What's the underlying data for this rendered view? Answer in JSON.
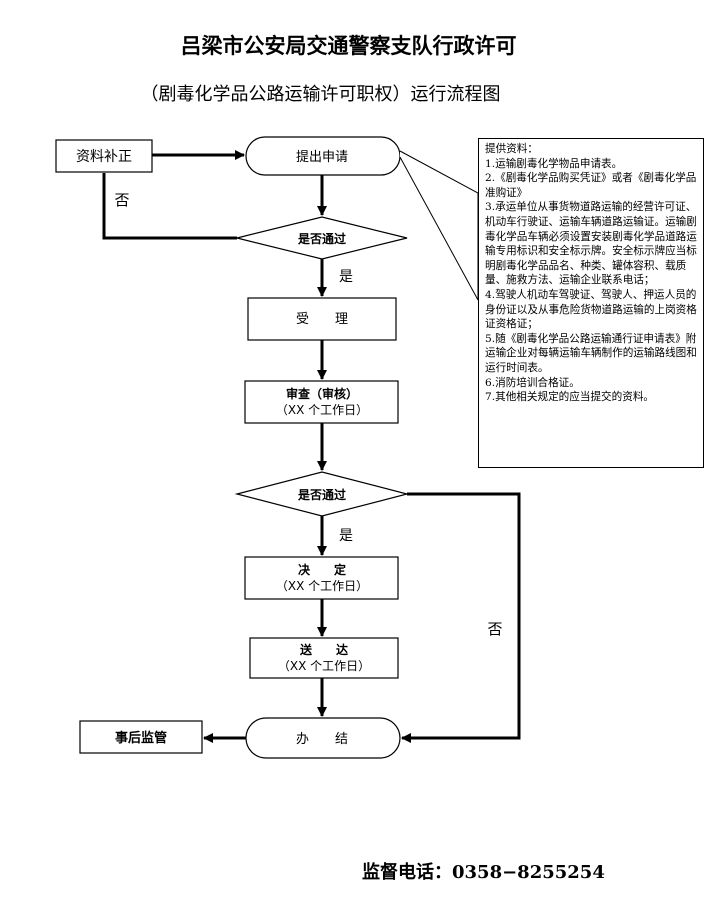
{
  "title": "吕梁市公安局交通警察支队行政许可",
  "subtitle": "（剧毒化学品公路运输许可职权）运行流程图",
  "nodes": {
    "supplement": "资料补正",
    "apply": "提出申请",
    "check1": "是否通过",
    "accept": "受　　理",
    "review": "审查（审核）",
    "review_days": "（XX 个工作日）",
    "check2": "是否通过",
    "decide": "决　　定",
    "decide_days": "（XX 个工作日）",
    "deliver": "送　　达",
    "deliver_days": "（XX 个工作日）",
    "finish": "办　　结",
    "supervise": "事后监管"
  },
  "edge_labels": {
    "no1": "否",
    "yes1": "是",
    "yes2": "是",
    "no2": "否"
  },
  "materials": {
    "heading": "提供资料：",
    "items": [
      "1.运输剧毒化学物品申请表。",
      "2.《剧毒化学品购买凭证》或者《剧毒化学品准购证》",
      "3.承运单位从事货物道路运输的经营许可证、机动车行驶证、运输车辆道路运输证。运输剧毒化学品车辆必须设置安装剧毒化学品道路运输专用标识和安全标示牌。安全标示牌应当标明剧毒化学品品名、种类、罐体容积、载质量、施救方法、运输企业联系电话；",
      "4.驾驶人机动车驾驶证、驾驶人、押运人员的身份证以及从事危险货物道路运输的上岗资格证资格证；",
      "5.随《剧毒化学品公路运输通行证申请表》附运输企业对每辆运输车辆制作的运输路线图和运行时间表。",
      "6.消防培训合格证。",
      "7.其他相关规定的应当提交的资料。"
    ]
  },
  "phone": "监督电话：0358−8255254"
}
